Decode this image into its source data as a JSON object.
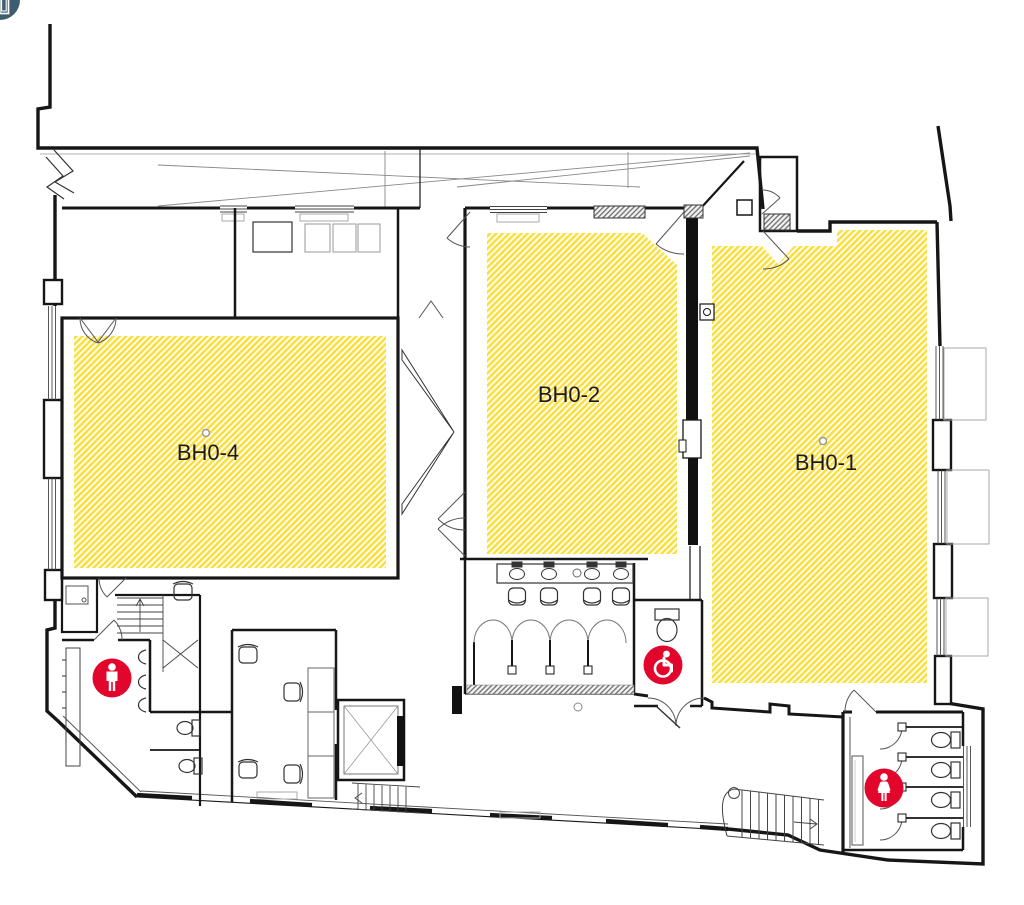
{
  "floor_plan": {
    "rooms": [
      {
        "id": "bh0-4",
        "label": "BH0-4"
      },
      {
        "id": "bh0-2",
        "label": "BH0-2"
      },
      {
        "id": "bh0-1",
        "label": "BH0-1"
      }
    ],
    "markers": [
      {
        "name": "mens-restroom",
        "glyph": "man-icon"
      },
      {
        "name": "accessible-restroom",
        "glyph": "wheelchair-icon"
      },
      {
        "name": "womens-restroom",
        "glyph": "woman-icon"
      },
      {
        "name": "elevator",
        "glyph": "elevator-icon"
      }
    ],
    "colors": {
      "room_hatch": "#fbdf3e",
      "marker_red": "#e2062c",
      "marker_elevator": "#3e5d6e",
      "wall": "#161616"
    }
  }
}
